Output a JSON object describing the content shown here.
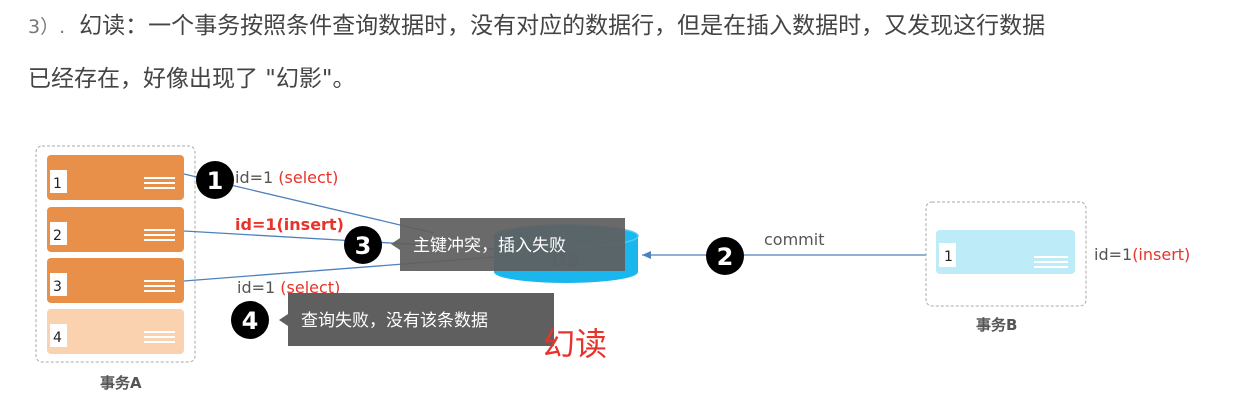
{
  "text": {
    "num": "3）.",
    "line1": "幻读：一个事务按照条件查询数据时，没有对应的数据行，但是在插入数据时，又发现这行数据",
    "line2": "已经存在，好像出现了 \"幻影\"。"
  },
  "diagram": {
    "txA": {
      "label": "事务A",
      "rows": [
        "1",
        "2",
        "3",
        "4"
      ]
    },
    "txB": {
      "label": "事务B",
      "rows": [
        "1"
      ]
    },
    "db": {
      "label": "DB"
    },
    "commit": {
      "label": "commit"
    },
    "ops": {
      "select1_id": "id=1 ",
      "select1_op": "(select)",
      "insert_a": "id=1(insert)",
      "select2_id": "id=1 ",
      "select2_op": "(select)",
      "insert_b_id": "id=1",
      "insert_b_op": "(insert)"
    },
    "steps": [
      "1",
      "2",
      "3",
      "4"
    ],
    "callouts": {
      "step3": "主键冲突，插入失败",
      "step4": "查询失败，没有该条数据"
    },
    "phantom": "幻读"
  },
  "colors": {
    "orange": "#e8904a",
    "light_orange": "#fbd2b0",
    "cyan_db": "#1ab6ee",
    "light_blue_row": "#bdebf8",
    "red": "#e8332a",
    "callout_bg": "#5f5f5f",
    "arrow": "#4f81bd"
  }
}
